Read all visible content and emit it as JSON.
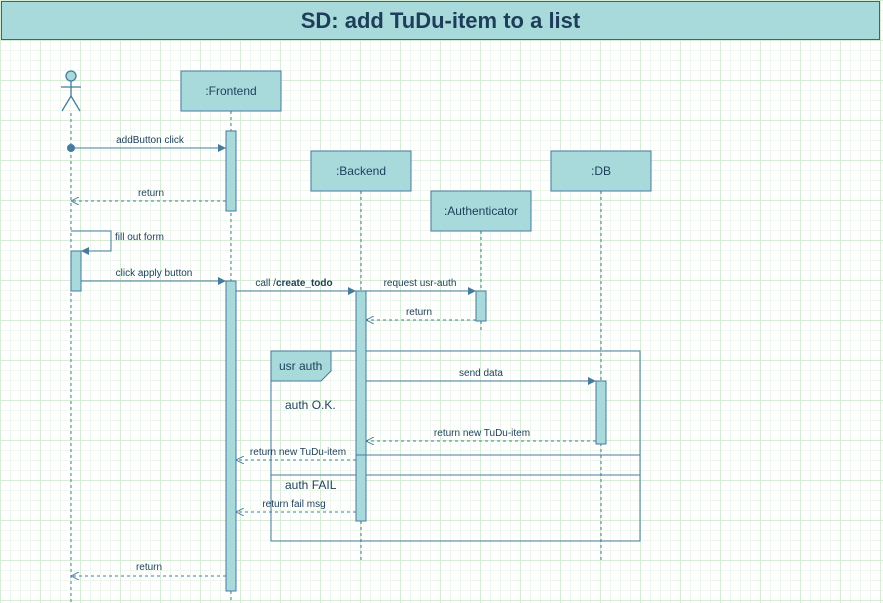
{
  "title": "SD: add TuDu-item to a list",
  "colors": {
    "fill": "#a8dadc",
    "stroke": "#457b9d",
    "text": "#1e3d59",
    "grid": "#d7ecd7"
  },
  "participants": {
    "actor": "",
    "frontend": ":Frontend",
    "backend": ":Backend",
    "db": ":DB",
    "authenticator": ":Authenticator"
  },
  "messages": {
    "add_button_click": "addButton click",
    "return_1": "return",
    "fill_out_form": "fill out form",
    "click_apply_button": "click apply button",
    "call_create_todo_prefix": "call /",
    "call_create_todo_bold": "create_todo",
    "request_usr_auth": "request usr-auth",
    "return_2": "return",
    "send_data": "send data",
    "return_new_tudu_item_db": "return new TuDu-item",
    "return_new_tudu_item_fe": "return new TuDu-item",
    "return_fail_msg": "return fail msg",
    "return_final": "return"
  },
  "fragment": {
    "label": "usr auth",
    "guard_ok": "auth O.K.",
    "guard_fail": "auth FAIL"
  }
}
